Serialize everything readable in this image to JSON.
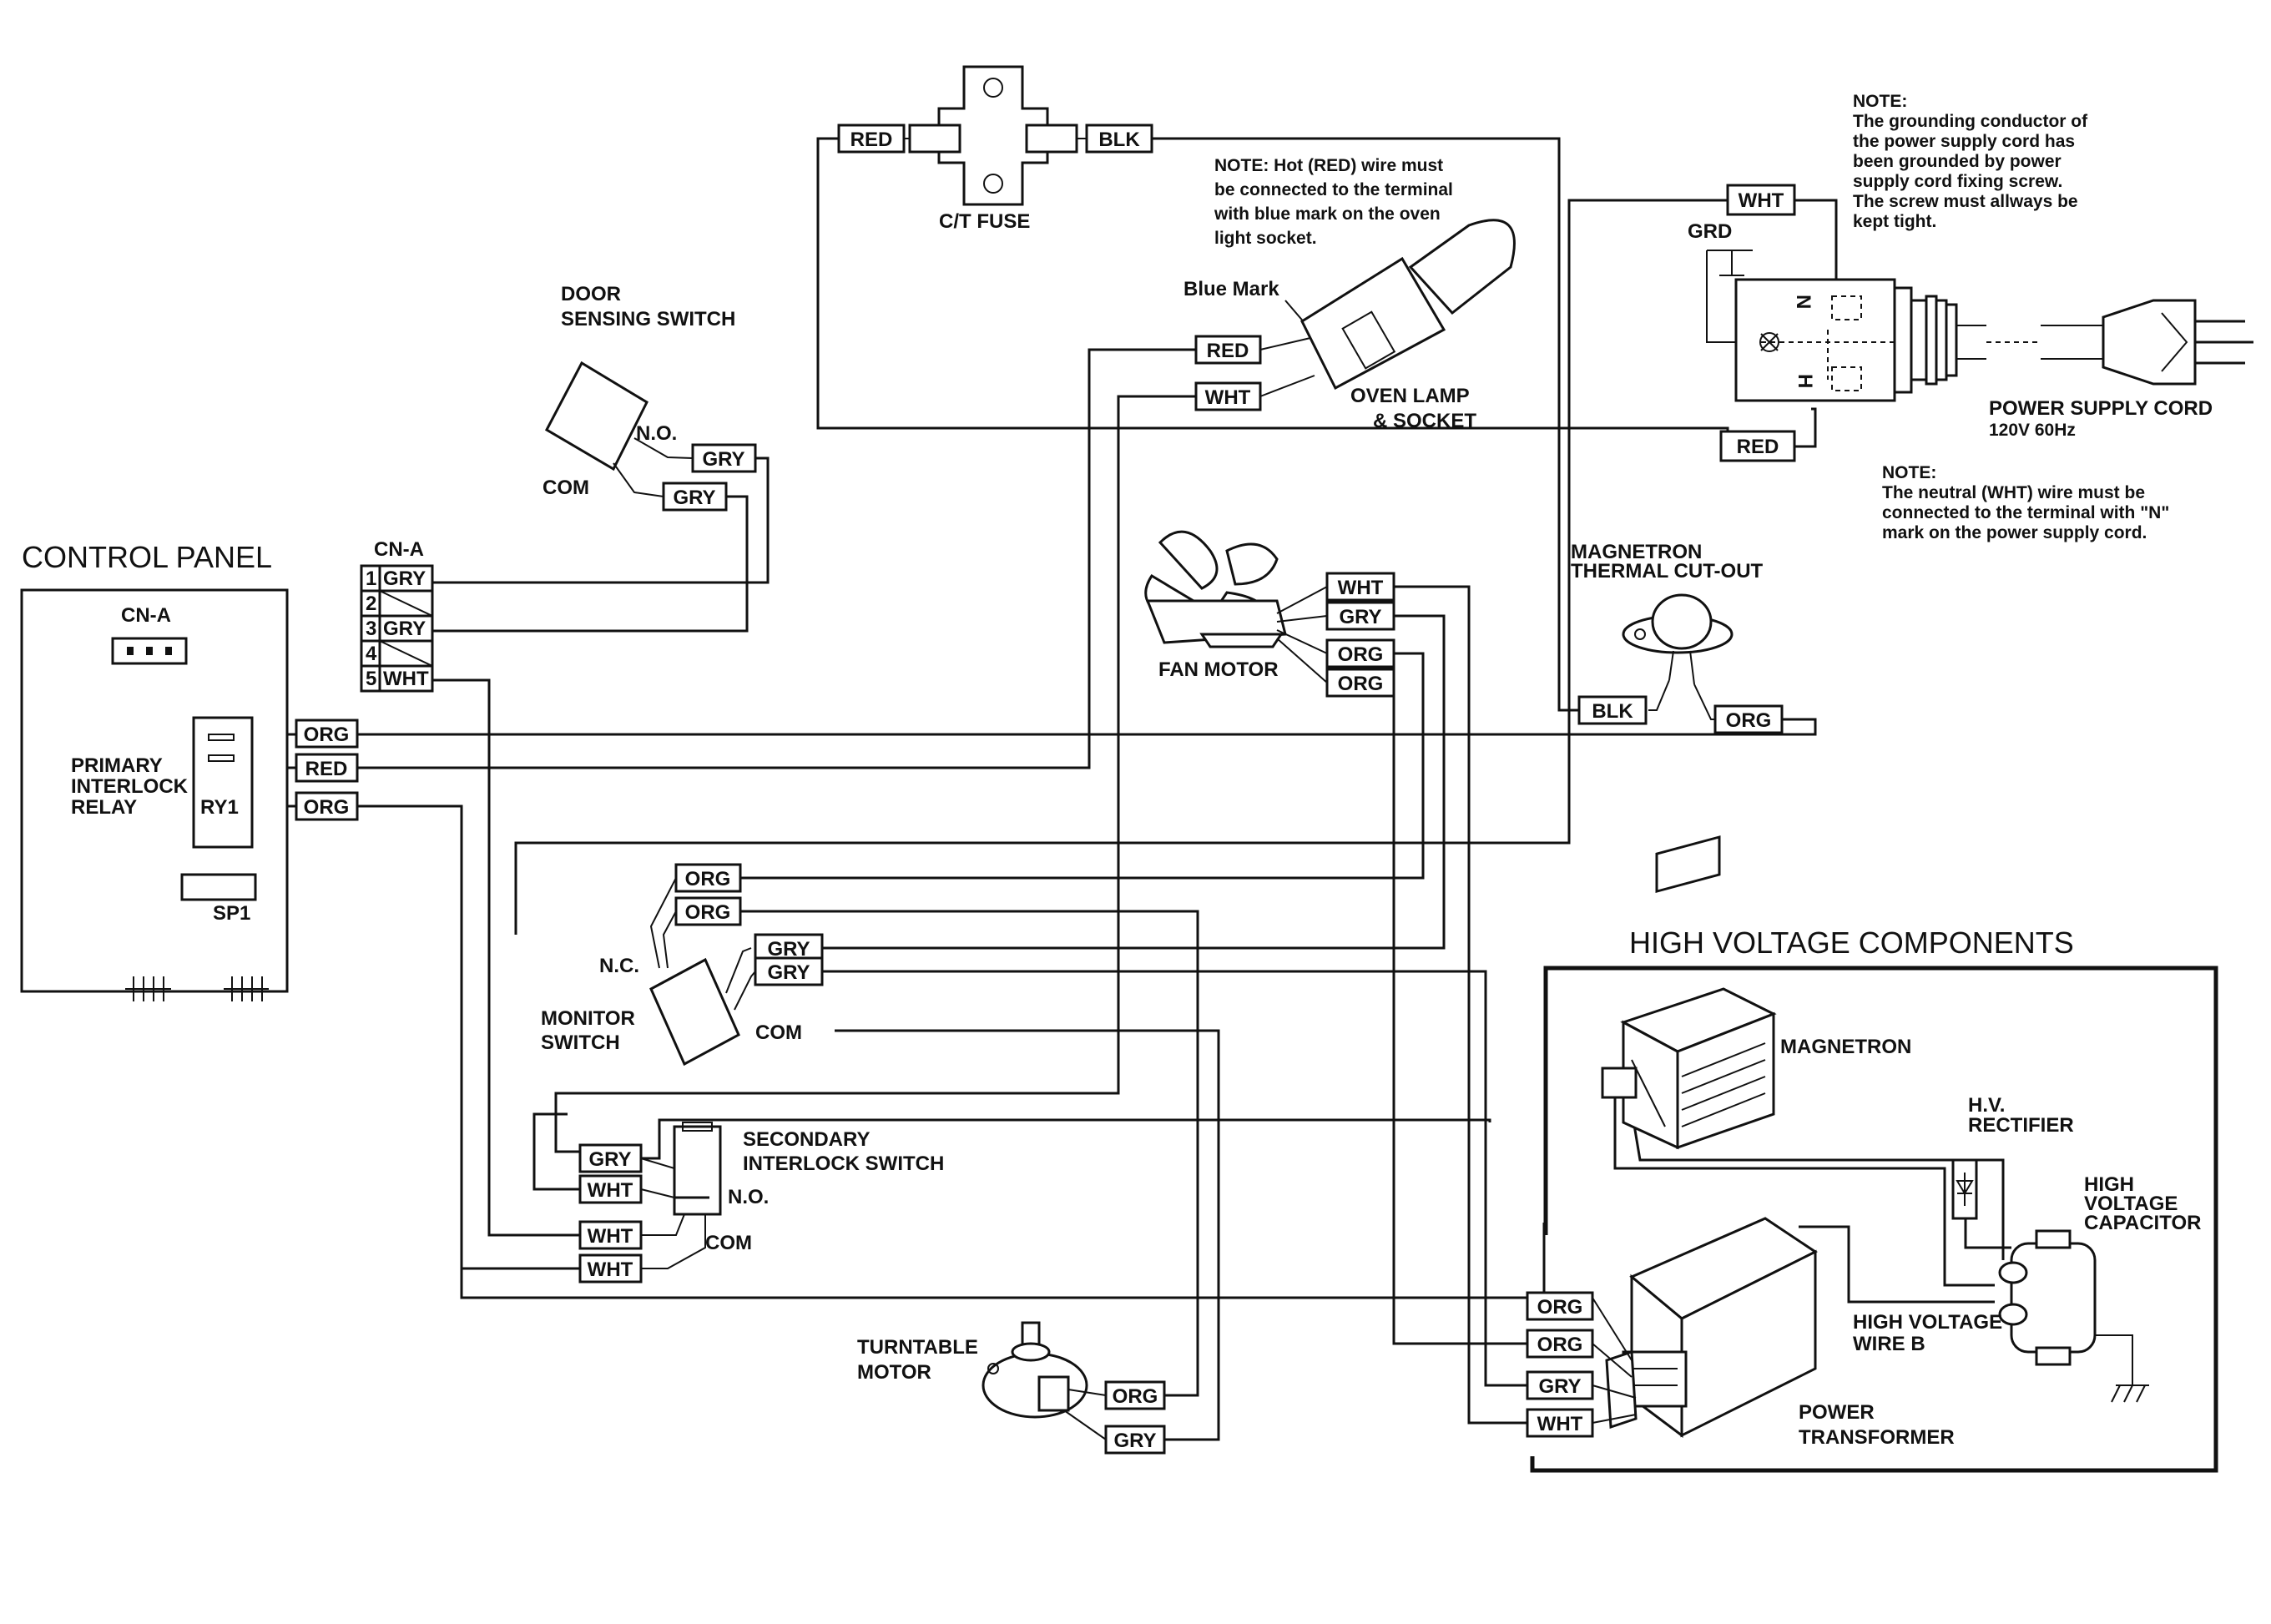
{
  "titles": {
    "control_panel": "CONTROL PANEL",
    "high_voltage": "HIGH VOLTAGE COMPONENTS"
  },
  "labels": {
    "cn_a_board": "CN-A",
    "cn_a_connector": "CN-A",
    "primary_relay_1": "PRIMARY",
    "primary_relay_2": "INTERLOCK",
    "primary_relay_3": "RELAY",
    "ry1": "RY1",
    "sp1": "SP1",
    "door_switch_1": "DOOR",
    "door_switch_2": "SENSING SWITCH",
    "no": "N.O.",
    "com": "COM",
    "ct_fuse": "C/T FUSE",
    "blue_mark": "Blue Mark",
    "oven_lamp_1": "OVEN LAMP",
    "oven_lamp_2": "& SOCKET",
    "fan_motor": "FAN MOTOR",
    "magnetron_tco_1": "MAGNETRON",
    "magnetron_tco_2": "THERMAL CUT-OUT",
    "grd": "GRD",
    "plug_n": "N",
    "plug_h": "H",
    "power_cord_1": "POWER SUPPLY CORD",
    "power_cord_2": "120V 60Hz",
    "nc": "N.C.",
    "monitor_switch_1": "MONITOR",
    "monitor_switch_2": "SWITCH",
    "monitor_com": "COM",
    "secondary_switch_1": "SECONDARY",
    "secondary_switch_2": "INTERLOCK SWITCH",
    "secondary_no": "N.O.",
    "secondary_com": "COM",
    "turntable_1": "TURNTABLE",
    "turntable_2": "MOTOR",
    "magnetron": "MAGNETRON",
    "hv_rectifier_1": "H.V.",
    "hv_rectifier_2": "RECTIFIER",
    "hv_cap_1": "HIGH",
    "hv_cap_2": "VOLTAGE",
    "hv_cap_3": "CAPACITOR",
    "hv_wire_1": "HIGH VOLTAGE",
    "hv_wire_2": "WIRE B",
    "power_tf_1": "POWER",
    "power_tf_2": "TRANSFORMER"
  },
  "notes": {
    "hot_wire": [
      "NOTE: Hot (RED) wire must",
      "be connected to the terminal",
      "with blue mark on the oven",
      "light socket."
    ],
    "grounding": [
      "NOTE:",
      "The grounding conductor of",
      "the power supply cord has",
      "been grounded by power",
      "supply cord fixing screw.",
      "The screw must allways be",
      "kept tight."
    ],
    "neutral": [
      "NOTE:",
      "The neutral (WHT) wire must be",
      "connected to the terminal with \"N\"",
      "mark on the power   supply cord."
    ]
  },
  "cn_a_pins": [
    {
      "num": "1",
      "wire": "GRY"
    },
    {
      "num": "2",
      "wire": ""
    },
    {
      "num": "3",
      "wire": "GRY"
    },
    {
      "num": "4",
      "wire": ""
    },
    {
      "num": "5",
      "wire": "WHT"
    }
  ],
  "wire_tags": {
    "fuse_red": "RED",
    "fuse_blk": "BLK",
    "door_gry_1": "GRY",
    "door_gry_2": "GRY",
    "lamp_red": "RED",
    "lamp_wht": "WHT",
    "cord_wht": "WHT",
    "cord_red": "RED",
    "fan_wht": "WHT",
    "fan_gry": "GRY",
    "fan_org_1": "ORG",
    "fan_org_2": "ORG",
    "tco_blk": "BLK",
    "tco_org": "ORG",
    "relay_org_1": "ORG",
    "relay_red": "RED",
    "relay_org_2": "ORG",
    "mon_org_1": "ORG",
    "mon_org_2": "ORG",
    "mon_gry_1": "GRY",
    "mon_gry_2": "GRY",
    "sec_gry": "GRY",
    "sec_wht_1": "WHT",
    "sec_wht_2": "WHT",
    "sec_wht_3": "WHT",
    "tt_org": "ORG",
    "tt_gry": "GRY",
    "tf_org_1": "ORG",
    "tf_org_2": "ORG",
    "tf_gry": "GRY",
    "tf_wht": "WHT"
  }
}
